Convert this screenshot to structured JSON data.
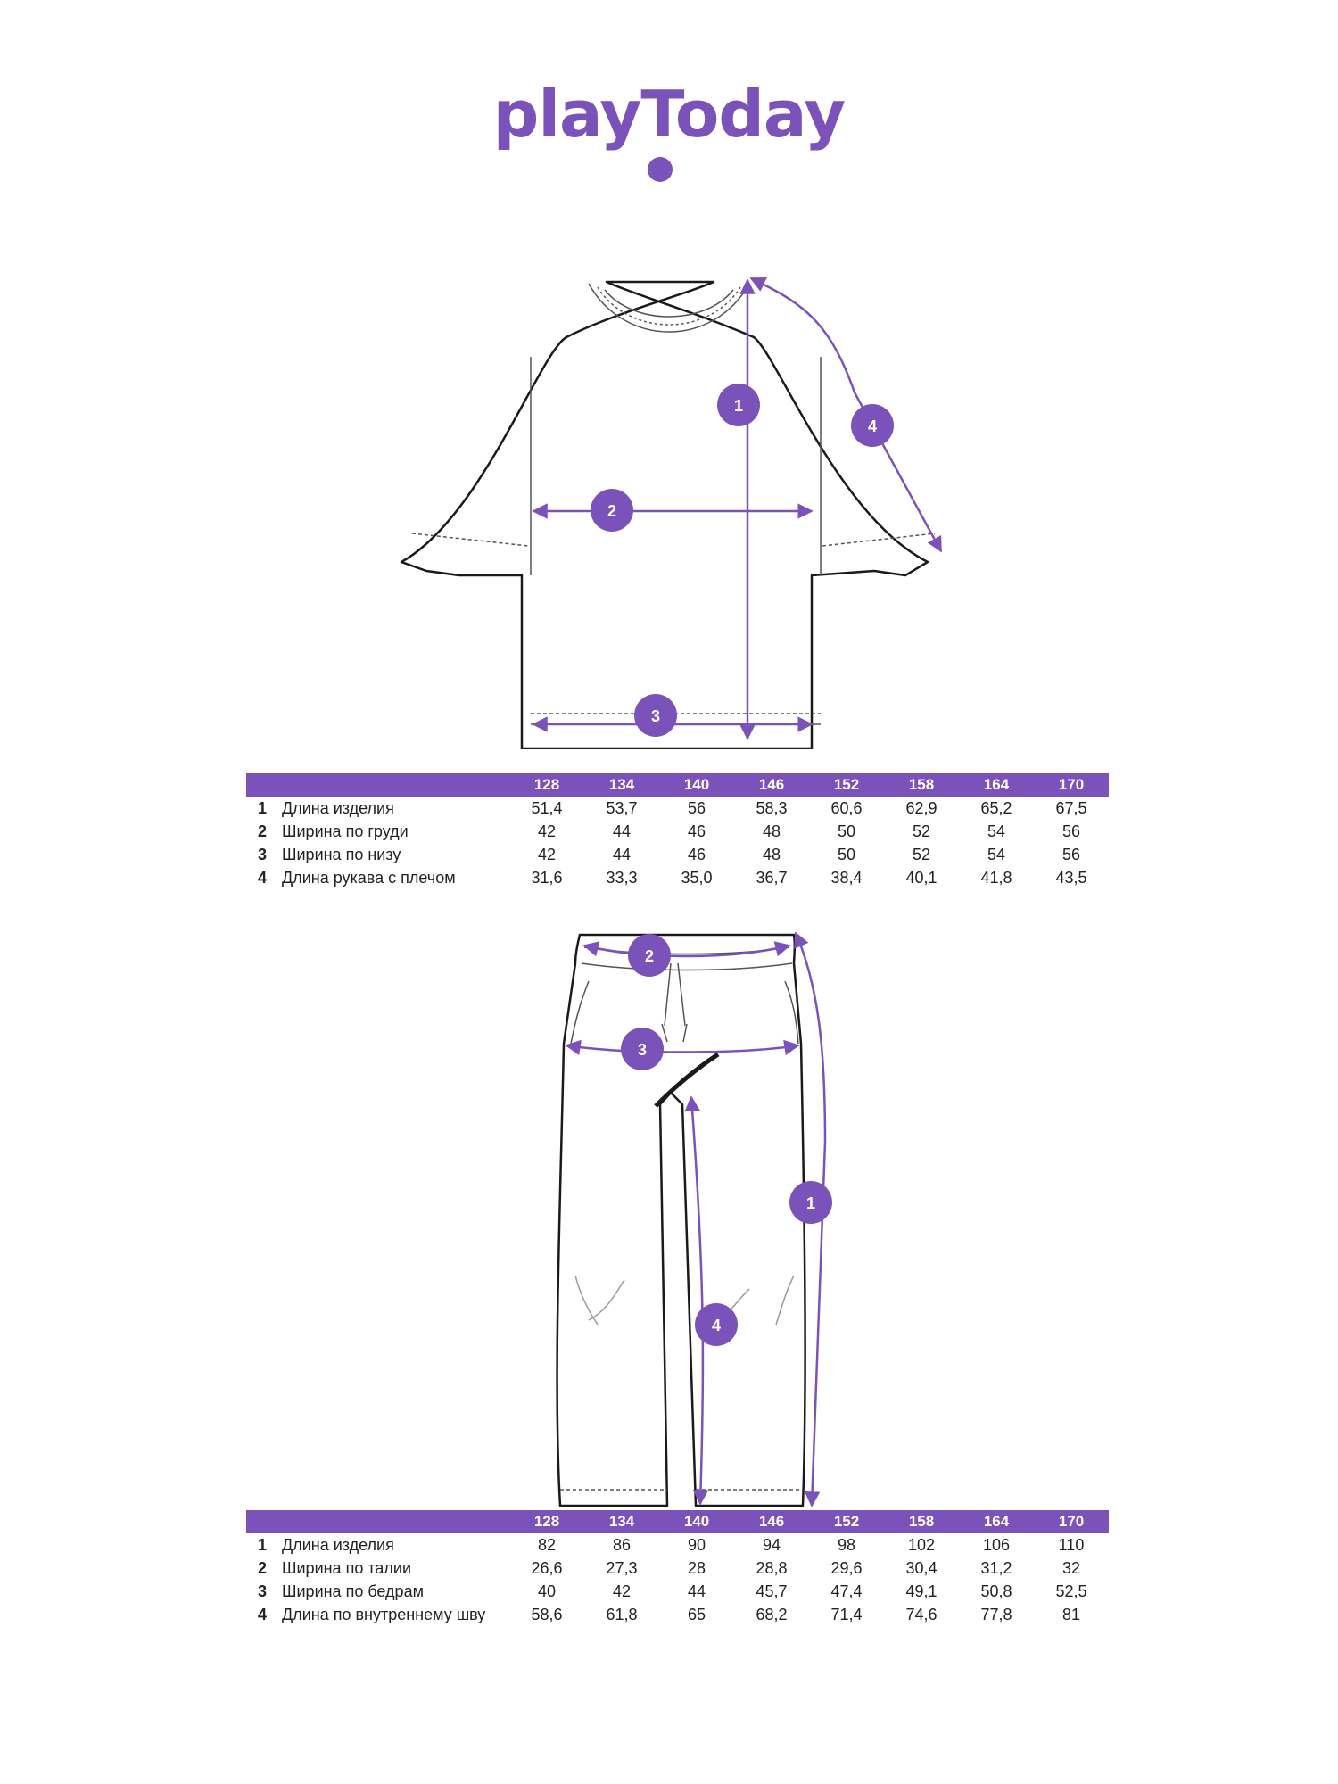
{
  "brand": {
    "logo_text": "playToday",
    "color": "#7b52b9"
  },
  "colors": {
    "accent": "#7b52b9",
    "outline": "#1a1a1a"
  },
  "tshirt": {
    "badges": [
      "1",
      "2",
      "3",
      "4"
    ],
    "table": {
      "sizes": [
        "128",
        "134",
        "140",
        "146",
        "152",
        "158",
        "164",
        "170"
      ],
      "rows": [
        {
          "num": "1",
          "label": "Длина изделия",
          "values": [
            "51,4",
            "53,7",
            "56",
            "58,3",
            "60,6",
            "62,9",
            "65,2",
            "67,5"
          ]
        },
        {
          "num": "2",
          "label": "Ширина по груди",
          "values": [
            "42",
            "44",
            "46",
            "48",
            "50",
            "52",
            "54",
            "56"
          ]
        },
        {
          "num": "3",
          "label": "Ширина по низу",
          "values": [
            "42",
            "44",
            "46",
            "48",
            "50",
            "52",
            "54",
            "56"
          ]
        },
        {
          "num": "4",
          "label": "Длина рукава с плечом",
          "values": [
            "31,6",
            "33,3",
            "35,0",
            "36,7",
            "38,4",
            "40,1",
            "41,8",
            "43,5"
          ]
        }
      ]
    }
  },
  "pants": {
    "badges": [
      "1",
      "2",
      "3",
      "4"
    ],
    "table": {
      "sizes": [
        "128",
        "134",
        "140",
        "146",
        "152",
        "158",
        "164",
        "170"
      ],
      "rows": [
        {
          "num": "1",
          "label": "Длина изделия",
          "values": [
            "82",
            "86",
            "90",
            "94",
            "98",
            "102",
            "106",
            "110"
          ]
        },
        {
          "num": "2",
          "label": "Ширина по талии",
          "values": [
            "26,6",
            "27,3",
            "28",
            "28,8",
            "29,6",
            "30,4",
            "31,2",
            "32"
          ]
        },
        {
          "num": "3",
          "label": "Ширина по бедрам",
          "values": [
            "40",
            "42",
            "44",
            "45,7",
            "47,4",
            "49,1",
            "50,8",
            "52,5"
          ]
        },
        {
          "num": "4",
          "label": "Длина по внутреннему шву",
          "values": [
            "58,6",
            "61,8",
            "65",
            "68,2",
            "71,4",
            "74,6",
            "77,8",
            "81"
          ]
        }
      ]
    }
  }
}
